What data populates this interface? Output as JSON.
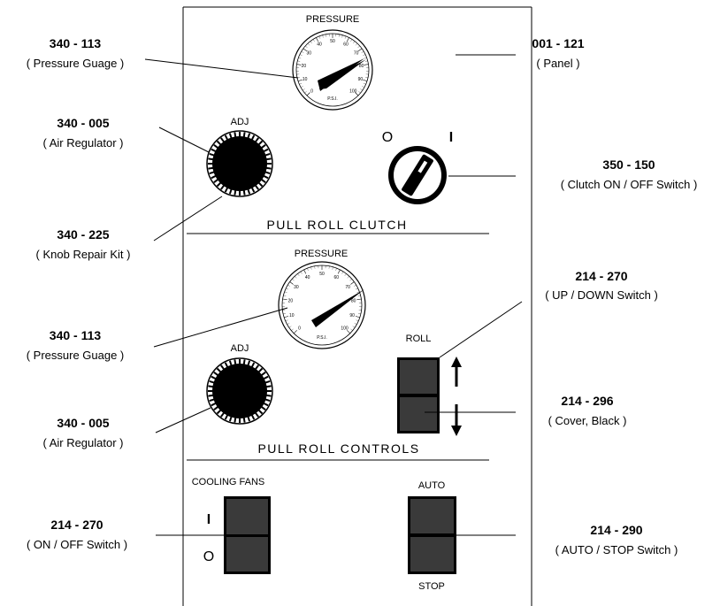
{
  "panel": {
    "section1_title": "PULL ROLL CLUTCH",
    "section2_title": "PULL ROLL CONTROLS"
  },
  "gauge_top": {
    "title": "PRESSURE",
    "unit": "P.S.I.",
    "scale": [
      "0",
      "10",
      "20",
      "30",
      "40",
      "50",
      "60",
      "70",
      "80",
      "90",
      "100"
    ]
  },
  "gauge_mid": {
    "title": "PRESSURE",
    "unit": "P.S.I.",
    "scale": [
      "0",
      "10",
      "20",
      "30",
      "40",
      "50",
      "60",
      "70",
      "80",
      "90",
      "100"
    ]
  },
  "regulator_top_label": "ADJ",
  "regulator_mid_label": "ADJ",
  "clutch_switch": {
    "off_symbol": "O",
    "on_symbol": "I"
  },
  "roll_label": "ROLL",
  "cooling_fans": {
    "label": "COOLING FANS",
    "on_symbol": "I",
    "off_symbol": "O"
  },
  "auto_stop": {
    "top_label": "AUTO",
    "bottom_label": "STOP"
  },
  "callouts": [
    {
      "number": "340 - 113",
      "desc": "( Pressure Guage )"
    },
    {
      "number": "001 - 121",
      "desc": "( Panel )"
    },
    {
      "number": "340 - 005",
      "desc": "( Air Regulator )"
    },
    {
      "number": "350 - 150",
      "desc": "( Clutch ON / OFF Switch )"
    },
    {
      "number": "340 - 225",
      "desc": "( Knob Repair Kit )"
    },
    {
      "number": "214 - 270",
      "desc": "( UP / DOWN Switch )"
    },
    {
      "number": "340 - 113",
      "desc": "( Pressure Guage )"
    },
    {
      "number": "214 - 296",
      "desc": "( Cover, Black )"
    },
    {
      "number": "340 - 005",
      "desc": "( Air Regulator )"
    },
    {
      "number": "214 - 270",
      "desc": "( ON / OFF Switch )"
    },
    {
      "number": "214 - 290",
      "desc": "( AUTO / STOP Switch )"
    }
  ]
}
